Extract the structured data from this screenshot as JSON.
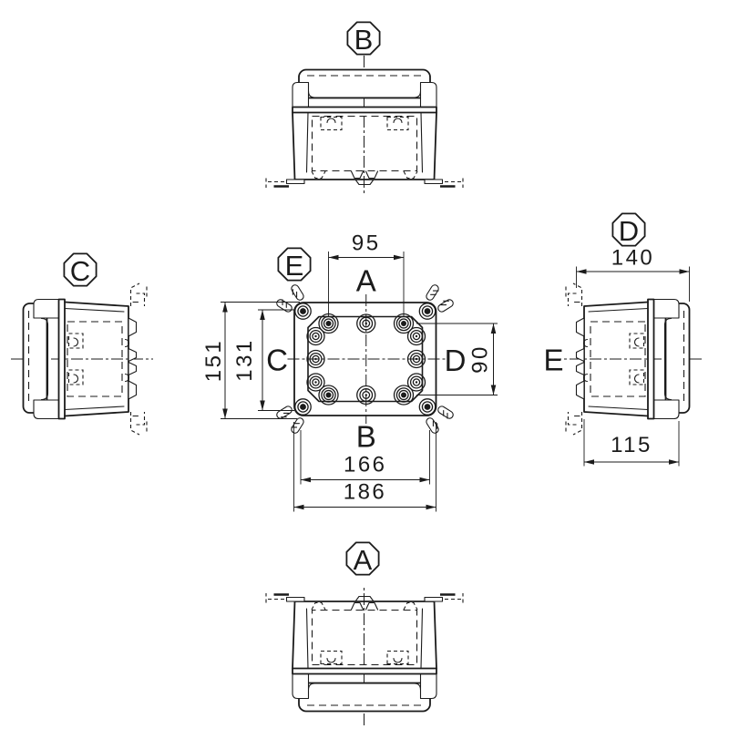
{
  "colors": {
    "background": "#ffffff",
    "line": "#1b1b1b"
  },
  "view_indicators": {
    "top": "B",
    "bottom": "A",
    "left": "C",
    "right": "D",
    "plan": "E"
  },
  "plan_view": {
    "direction_labels": {
      "top": "A",
      "bottom": "B",
      "left": "C",
      "right": "D"
    },
    "dimensions": {
      "knockout_spacing_horizontal": "95",
      "overall_height": "151",
      "screw_spacing_vertical": "131",
      "knockout_spacing_vertical": "90",
      "screw_spacing_horizontal": "166",
      "overall_width": "186"
    }
  },
  "right_view": {
    "direction_label": "E",
    "dimensions": {
      "overall_depth": "140",
      "body_depth": "115"
    }
  }
}
